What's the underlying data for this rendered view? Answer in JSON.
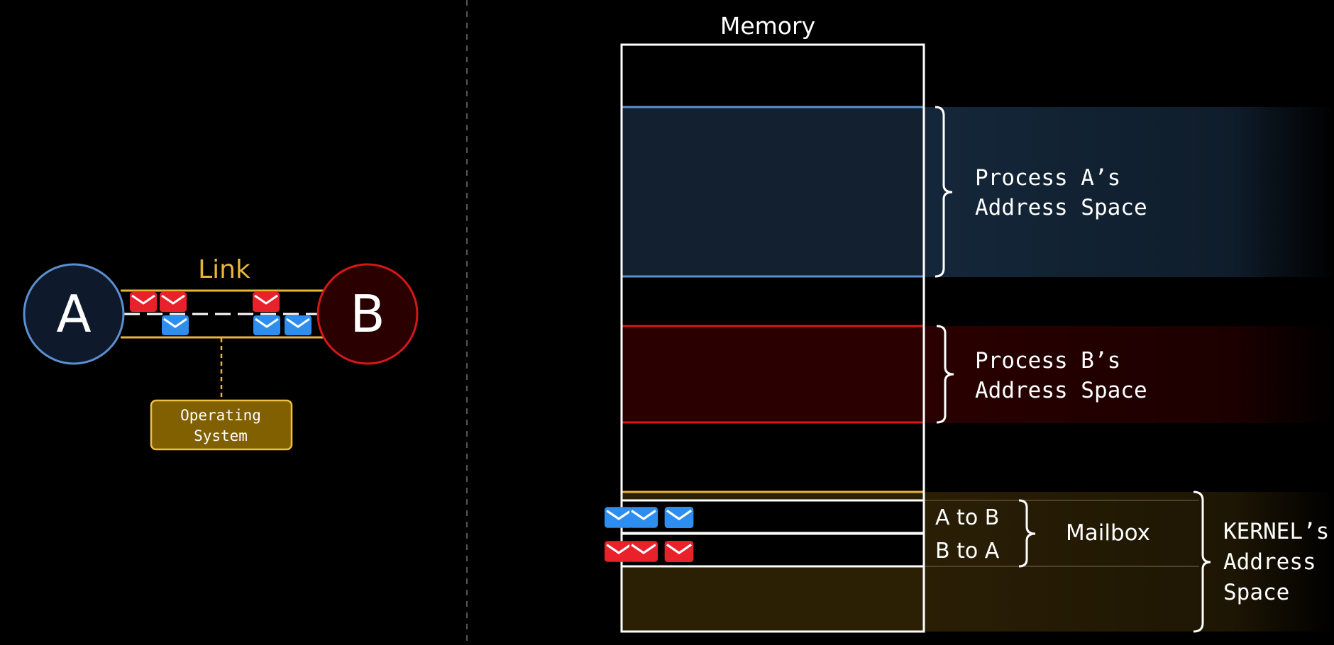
{
  "left": {
    "node_a_label": "A",
    "node_b_label": "B",
    "link_label": "Link",
    "os_line1": "Operating",
    "os_line2": "System"
  },
  "right": {
    "memory_title": "Memory",
    "process_a_line1": "Process A’s",
    "process_a_line2": "Address Space",
    "process_b_line1": "Process B’s",
    "process_b_line2": "Address Space",
    "a_to_b": "A to B",
    "b_to_a": "B to A",
    "mailbox": "Mailbox",
    "kernel_line1": "KERNEL’s",
    "kernel_line2": "Address",
    "kernel_line3": "Space"
  },
  "colors": {
    "process_a": "#5b8fd0",
    "process_b": "#d41818",
    "kernel": "#e8b53a",
    "link": "#e8b53a",
    "msg_red": "#e8212a",
    "msg_blue": "#2e8ef0",
    "os_fill": "#806000"
  },
  "icons": {
    "message": "envelope-icon"
  }
}
